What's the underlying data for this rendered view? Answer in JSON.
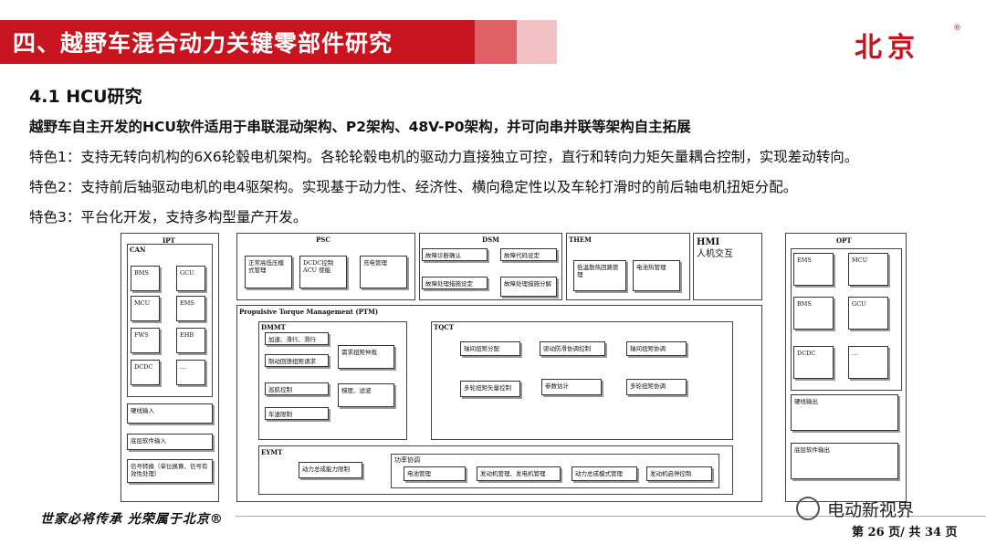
{
  "header": {
    "title": "四、越野车混合动力关键零部件研究",
    "brand": "北京",
    "brand_mark": "®"
  },
  "section": {
    "subtitle": "4.1 HCU研究",
    "summary": "越野车自主开发的HCU软件适用于串联混动架构、P2架构、48V-P0架构，并可向串并联等架构自主拓展",
    "features": [
      "特色1：支持无转向机构的6X6轮毂电机架构。各轮轮毂电机的驱动力直接独立可控，直行和转向力矩矢量耦合控制，实现差动转向。",
      "特色2：支持前后轴驱动电机的电4驱架构。实现基于动力性、经济性、横向稳定性以及车轮打滑时的前后轴电机扭矩分配。",
      "特色3：平台化开发，支持多构型量产开发。"
    ]
  },
  "diagram": {
    "ipt": {
      "title": "IPT",
      "can": "CAN",
      "items": [
        "BMS",
        "GCU",
        "MCU",
        "EMS",
        "FWS",
        "EHB",
        "DCDC",
        "..."
      ],
      "hw_input": "硬线输入",
      "sw_input": "底层软件输入",
      "signal": "信号转换（单位换算、信号有效性处理）"
    },
    "psc": {
      "title": "PSC",
      "items": [
        "正常高低压模式管理",
        "DCDC控制 ACU 使能",
        "充电管理"
      ]
    },
    "dsm": {
      "title": "DSM",
      "items": [
        "故障诊断确认",
        "故障代码设定",
        "故障处理措施设定",
        "故障处理措施分解"
      ]
    },
    "them": {
      "title": "THEM",
      "items": [
        "低温散热回路管理",
        "电池热管理"
      ]
    },
    "hmi": {
      "title": "HMI",
      "subtitle": "人机交互"
    },
    "ptm": {
      "title": "Propulsive Torque Management (PTM)",
      "dmmt": {
        "title": "DMMT",
        "items": [
          "加速、滑行、滑行",
          "制动回馈扭矩请求",
          "巡航控制",
          "车速限制",
          "需求扭矩仲裁",
          "梯度、滤波"
        ]
      },
      "tqct": {
        "title": "TQCT",
        "items": [
          "轴间扭矩分配",
          "驱动防滑协调控制",
          "轴间扭矩协调",
          "多轮扭矩矢量控制",
          "参数估计",
          "多轮扭矩协调"
        ]
      },
      "eymt": {
        "title": "EYMT",
        "power_limit": "动力总成能力限制",
        "coord_title": "功率协调",
        "items": [
          "电池管理",
          "发动机管理、发电机管理",
          "动力总成模式管理",
          "发动机启停控制"
        ]
      }
    },
    "opt": {
      "title": "OPT",
      "items": [
        "EMS",
        "MCU",
        "BMS",
        "GCU",
        "DCDC",
        "..."
      ],
      "hw_output": "硬线输出",
      "sw_output": "底层软件输出"
    }
  },
  "footer": {
    "slogan": "世家必将传承 光荣属于北京®",
    "wechat": "电动新视界",
    "page": "第 26 页/ 共 34 页"
  }
}
